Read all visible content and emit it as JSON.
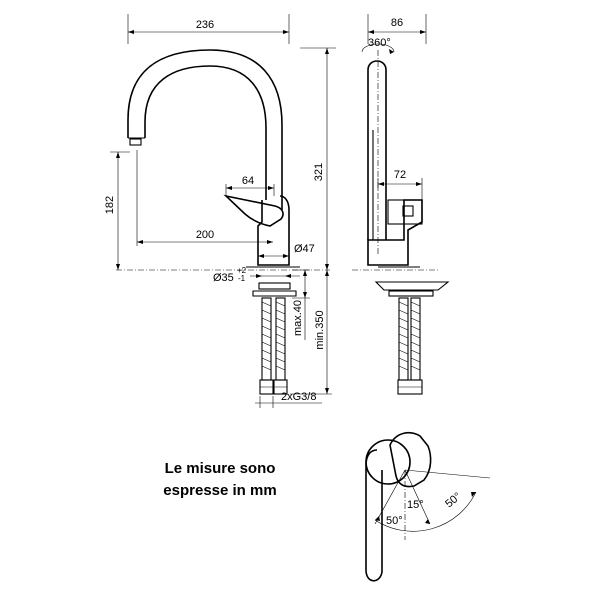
{
  "front_view": {
    "width_236": "236",
    "height_321": "321",
    "spout_182": "182",
    "handle_64": "64",
    "reach_200": "200",
    "diameter_47": "Ø47",
    "hole_35": "Ø35",
    "hole_35_tol_upper": "+2",
    "hole_35_tol_lower": "-1",
    "max_40": "max.40",
    "min_350": "min.350",
    "connection": "2xG3/8"
  },
  "side_view": {
    "depth_86": "86",
    "rotation_360": "360°",
    "handle_72": "72"
  },
  "top_view": {
    "angle_15": "15°",
    "angle_50_left": "50°",
    "angle_50_right": "50°"
  },
  "note": {
    "line1": "Le misure sono",
    "line2": "espresse in mm"
  }
}
